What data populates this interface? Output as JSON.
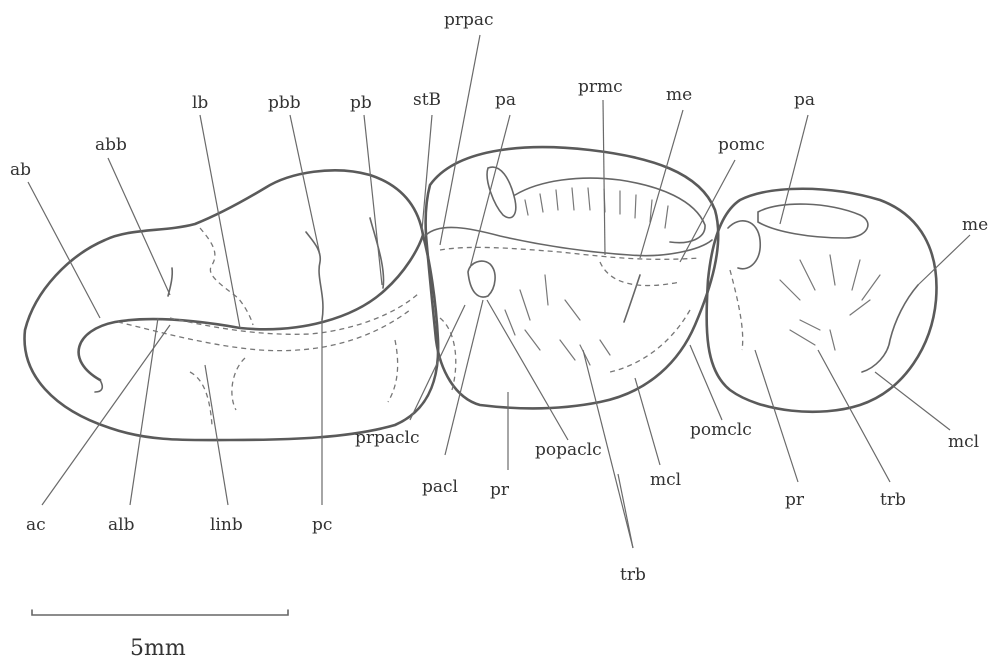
{
  "labels": {
    "ab": "ab",
    "abb": "abb",
    "lb": "lb",
    "pbb": "pbb",
    "pb": "pb",
    "stB": "stB",
    "prpac": "prpac",
    "pa1": "pa",
    "prmc": "prmc",
    "me1": "me",
    "pomc": "pomc",
    "pa2": "pa",
    "me2": "me",
    "mcl2": "mcl",
    "prpaclc": "prpaclc",
    "pacl": "pacl",
    "popaclc": "popaclc",
    "pomclc": "pomclc",
    "mcl1": "mcl",
    "pr1": "pr",
    "pr2": "pr",
    "trb1": "trb",
    "trb2": "trb",
    "ac": "ac",
    "alb": "alb",
    "linb": "linb",
    "pc": "pc"
  },
  "scale_bar": {
    "label": "5mm"
  },
  "colors": {
    "line": "#5a5a5a",
    "text": "#333333",
    "background": "#ffffff"
  }
}
